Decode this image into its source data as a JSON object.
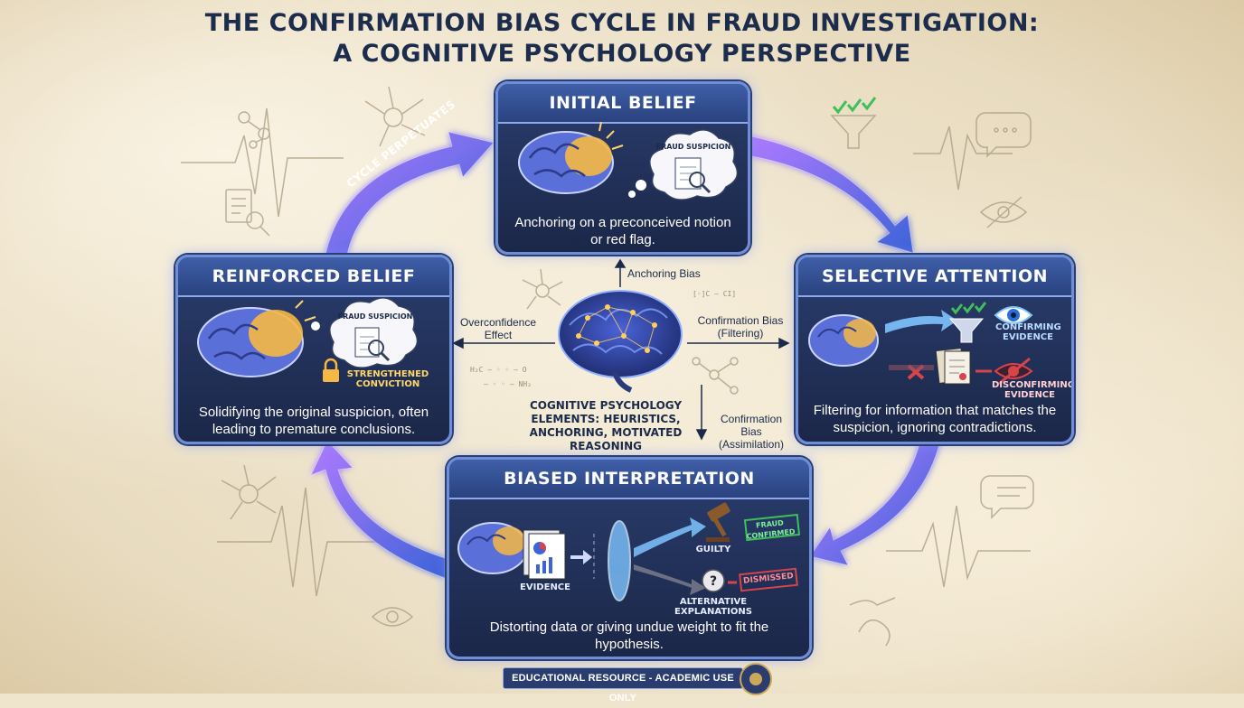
{
  "title": {
    "line1": "THE CONFIRMATION BIAS CYCLE IN FRAUD INVESTIGATION:",
    "line2": "A COGNITIVE PSYCHOLOGY PERSPECTIVE"
  },
  "cycle_label": "CYCLE PERPETUATES",
  "stages": {
    "initial": {
      "title": "INITIAL BELIEF",
      "bubble": "FRAUD SUSPICION",
      "description": "Anchoring on a preconceived notion or red flag."
    },
    "selective": {
      "title": "SELECTIVE ATTENTION",
      "confirming": "CONFIRMING EVIDENCE",
      "disconfirming": "DISCONFIRMING EVIDENCE",
      "description": "Filtering for information that matches the suspicion, ignoring contradictions."
    },
    "biased": {
      "title": "BIASED INTERPRETATION",
      "evidence": "EVIDENCE",
      "guilty": "GUILTY",
      "stamp_confirmed": "FRAUD CONFIRMED",
      "alternative": "ALTERNATIVE EXPLANATIONS",
      "stamp_dismissed": "DISMISSED",
      "description": "Distorting data or giving undue weight to fit the hypothesis."
    },
    "reinforced": {
      "title": "REINFORCED BELIEF",
      "bubble": "FRAUD SUSPICION",
      "conviction": "STRENGTHENED CONVICTION",
      "description": "Solidifying the original suspicion, often leading to premature conclusions."
    }
  },
  "center": {
    "anchoring": "Anchoring Bias",
    "overconfidence": "Overconfidence Effect",
    "filtering": "Confirmation Bias (Filtering)",
    "assimilation": "Confirmation Bias (Assimilation)",
    "caption": "COGNITIVE PSYCHOLOGY ELEMENTS: HEURISTICS, ANCHORING, MOTIVATED REASONING"
  },
  "footer": "EDUCATIONAL RESOURCE - ACADEMIC USE ONLY",
  "colors": {
    "panel": "#1f2d55",
    "panel_border": "#6e8fd8",
    "arrow_blue": "#5a78e0",
    "arrow_purple": "#9a5ce0",
    "confirm_green": "#3fbf5a",
    "reject_red": "#d9434a",
    "brain_blue": "#5b6fd8",
    "brain_glow": "#f5b845"
  }
}
